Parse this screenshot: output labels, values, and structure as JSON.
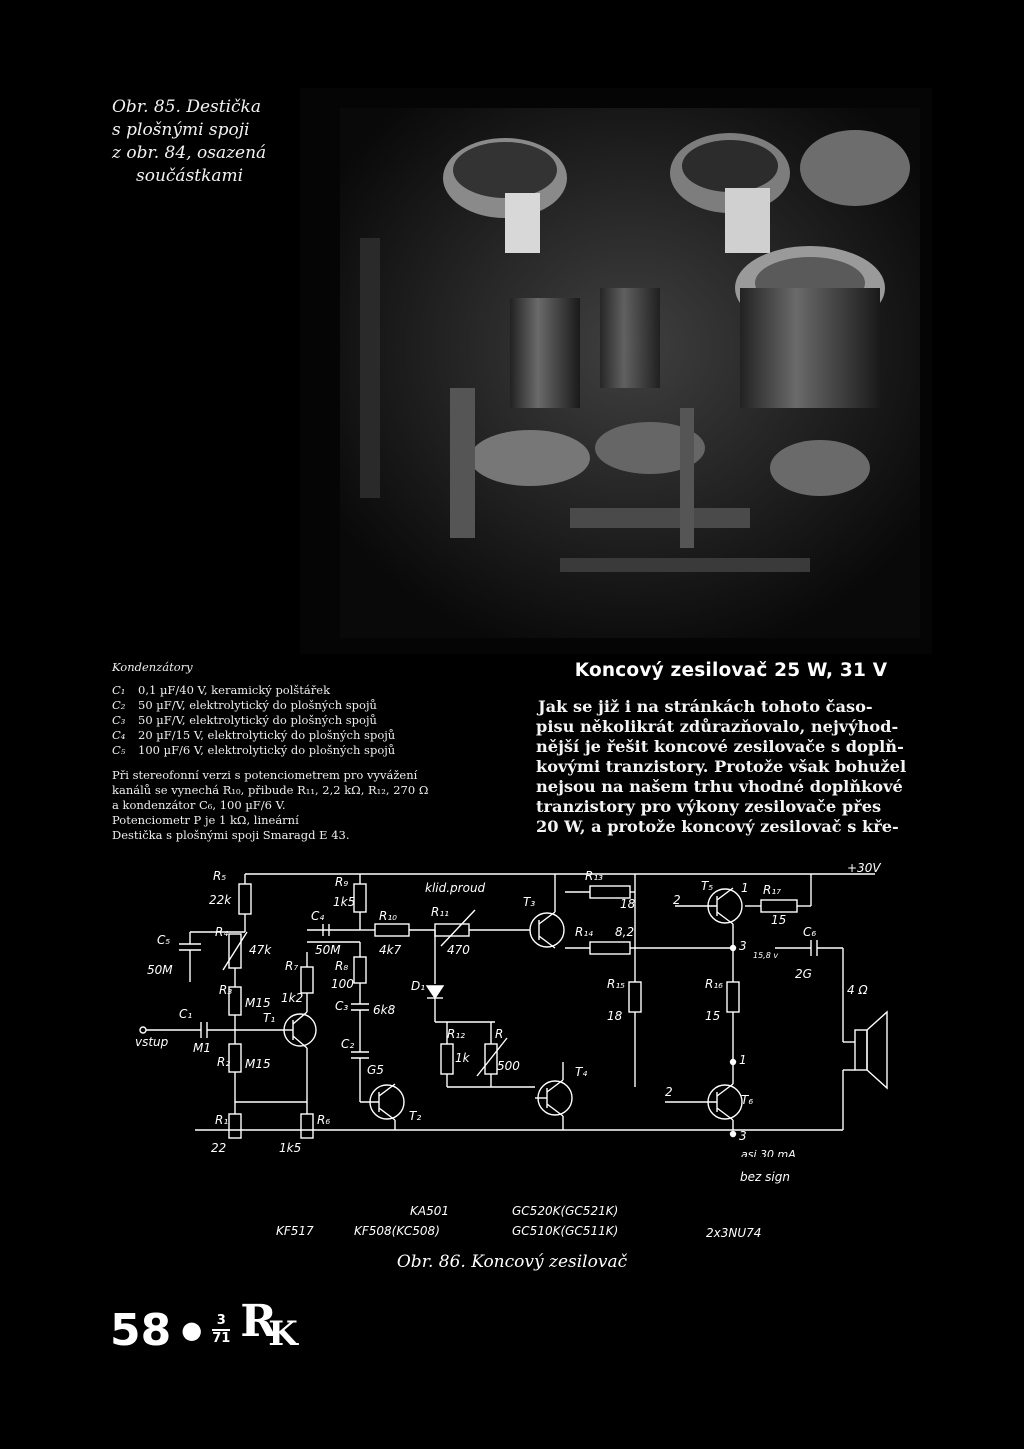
{
  "caption85": {
    "line1": "Obr. 85. Destička",
    "line2": "s plošnými spoji",
    "line3": "z obr. 84, osazená",
    "line4": "součástkami"
  },
  "parts": {
    "heading": "Kondenzátory",
    "capacitors": [
      {
        "label": "C₁",
        "text": "0,1 µF/40 V, keramický polštářek"
      },
      {
        "label": "C₂",
        "text": "50 µF/V, elektrolytický do plošných spojů"
      },
      {
        "label": "C₃",
        "text": "50 µF/V, elektrolytický do plošných spojů"
      },
      {
        "label": "C₄",
        "text": "20 µF/15 V, elektrolytický do plošných spojů"
      },
      {
        "label": "C₅",
        "text": "100 µF/6 V, elektrolytický do plošných spojů"
      }
    ],
    "notes": [
      "Při stereofonní verzi s potenciometrem pro vyvážení",
      "kanálů se vynechá R₁₀, přibude R₁₁, 2,2 kΩ, R₁₂, 270 Ω",
      "a kondenzátor C₆, 100 µF/6 V.",
      "Potenciometr P je 1 kΩ, lineární",
      "Destička s plošnými spoji Smaragd E 43."
    ]
  },
  "article": {
    "title": "Koncový zesilovač 25 W, 31 V",
    "lines": [
      "Jak se již i na stránkách tohoto časo-",
      "pisu několikrát zdůrazňovalo, nejvýhod-",
      "nější je řešit koncové zesilovače s doplň-",
      "kovými tranzistory. Protože však bohužel",
      "nejsou na našem trhu vhodné doplňkové",
      "tranzistory pro výkony zesilovače přes",
      "20 W, a protože koncový zesilovač s kře-"
    ]
  },
  "schematic": {
    "supply": "+30V",
    "input": "vstup",
    "quiescent": "klid.proud",
    "current_note_1": "asi 30 mA",
    "current_note_2": "bez sign",
    "speaker": "4 Ω",
    "labels": {
      "R5": "R₅",
      "R5v": "22k",
      "C5": "C₅",
      "C5v": "50M",
      "R4": "R₄",
      "R4v": "47k",
      "R3": "R₃",
      "R3v": "M15",
      "C1": "C₁",
      "C1v": "M1",
      "R2": "R₂",
      "R2v": "M15",
      "R1": "R₁",
      "R1v": "22",
      "R6v": "1k5",
      "R6": "R₆",
      "R7": "R₇",
      "R7v": "1k2",
      "R9": "R₉",
      "R9v": "1k5",
      "C4": "C₄",
      "C4v": "50M",
      "R10": "R₁₀",
      "R10v": "4k7",
      "R8": "R₈",
      "R8v": "100",
      "C3": "C₃",
      "C3v": "6k8",
      "C2": "C₂",
      "C2v": "G5",
      "R11": "R₁₁",
      "R11v": "470",
      "D1": "D₁",
      "R12": "R₁₂",
      "R12v": "1k",
      "R": "R",
      "Rv": "500",
      "R13": "R₁₃",
      "R13v": "18",
      "R14": "R₁₄",
      "R14v": "8,2",
      "R15": "R₁₅",
      "R15v": "18",
      "R16": "R₁₆",
      "R16v": "15",
      "R17": "R₁₇",
      "R17v": "15",
      "C6": "C₆",
      "C6v": "2G",
      "T1": "T₁",
      "T2": "T₂",
      "T3": "T₃",
      "T4": "T₄",
      "T5": "T₅",
      "T6": "T₆",
      "n1": "1",
      "n2": "2",
      "n3": "3",
      "n158": "15,8 v",
      "n2b": "2",
      "n1b": "1",
      "n3b": "3"
    },
    "components": {
      "kf517": "KF517",
      "ka501": "KA501",
      "kf508": "KF508(KC508)",
      "gc520": "GC520K(GC521K)",
      "gc510": "GC510K(GC511K)",
      "nu74": "2x3NU74"
    }
  },
  "fig86": "Obr. 86. Koncový zesilovač",
  "footer": {
    "page": "58",
    "issue_num": "3",
    "issue_year": "71",
    "logo_r": "R",
    "logo_k": "K"
  }
}
